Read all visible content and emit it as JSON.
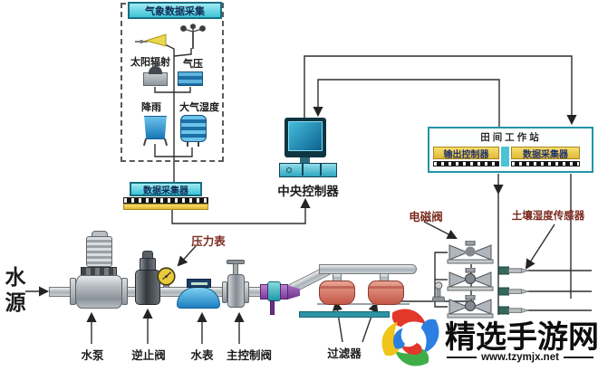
{
  "weather_station": {
    "title": "气象数据采集",
    "sensor_labels": {
      "solar": "太阳辐射",
      "pressure": "气压",
      "rain": "降雨",
      "humidity": "大气湿度"
    },
    "collector": "数据采集器"
  },
  "central_controller": {
    "label": "中央控制器"
  },
  "field_station": {
    "title": "田间工作站",
    "output_controller": "输出控制器",
    "data_collector": "数据采集器"
  },
  "field_devices": {
    "solenoid_valve": "电磁阀",
    "soil_moisture_sensor": "土壤湿度传感器"
  },
  "pipeline": {
    "water_source": "水源",
    "pump": "水泵",
    "check_valve": "逆止阀",
    "water_meter": "水表",
    "main_control_valve": "主控制阀",
    "pressure_gauge": "压力表",
    "filter": "过滤器"
  },
  "watermark": {
    "site_name": "精选手游网",
    "site_url": "www.tzymjx.net"
  },
  "colors": {
    "cyan_box": "#3cc3d8",
    "yellow_strip": "#f0d24e",
    "maroon_label": "#7c2b1f",
    "filter_tank": "#cf6d5b",
    "water_meter_blue": "#1d7fc2"
  }
}
